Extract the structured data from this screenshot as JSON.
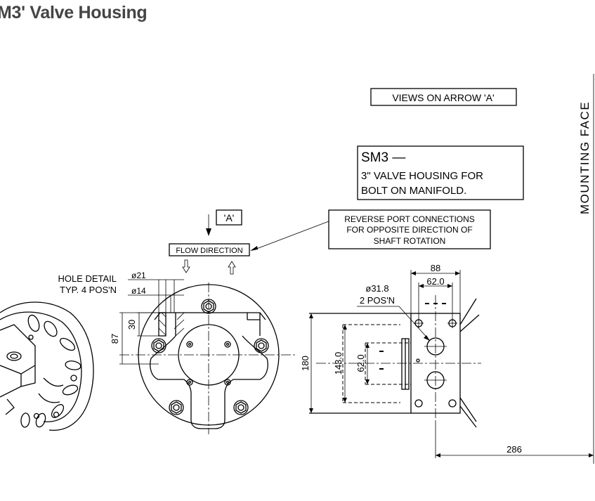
{
  "title": "M3' Valve Housing",
  "notes": {
    "views_on_arrow": "VIEWS ON ARROW 'A'",
    "arrow_label": "'A'",
    "flow_direction": "FLOW DIRECTION",
    "reverse_line1": "REVERSE PORT CONNECTIONS",
    "reverse_line2": "FOR OPPOSITE DIRECTION OF",
    "reverse_line3": "SHAFT ROTATION",
    "sm3_code": "SM3 —",
    "sm3_line1": "3\" VALVE HOUSING FOR",
    "sm3_line2": "BOLT ON MANIFOLD.",
    "mounting_face": "MOUNTING FACE",
    "hole_detail_line1": "HOLE DETAIL",
    "hole_detail_line2": "TYP. 4 POS'N",
    "port_dia_line1": "ø31.8",
    "port_dia_line2": "2 POS'N"
  },
  "dimensions": {
    "d21": "ø21",
    "d14": "ø14",
    "h30": "30",
    "h87": "87",
    "h180": "180",
    "h143": "143.0",
    "h62v": "62.0",
    "w88": "88",
    "w62": "62.0",
    "w286": "286"
  },
  "colors": {
    "line": "#000000",
    "title": "#444444",
    "background": "#ffffff"
  }
}
